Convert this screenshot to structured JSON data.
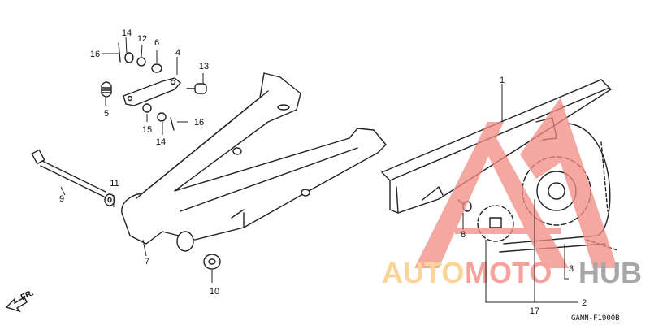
{
  "diagram": {
    "callouts": {
      "c1": "1",
      "c2": "2",
      "c3": "3",
      "c4": "4",
      "c5": "5",
      "c6": "6",
      "c7": "7",
      "c8": "8",
      "c9": "9",
      "c10": "10",
      "c11": "11",
      "c12": "12",
      "c13": "13",
      "c14a": "14",
      "c14b": "14",
      "c15": "15",
      "c16a": "16",
      "c16b": "16",
      "c17": "17"
    },
    "direction_label": "FR.",
    "drawing_code": "GANN-F1900B"
  },
  "watermark": {
    "part1": "AUTO",
    "part2": "MOTO",
    "part3": "HUB",
    "colors": {
      "auto": "#f7c779",
      "moto": "#f2837b",
      "hub": "#8a8a8a",
      "triangle": "#f28b84"
    }
  }
}
